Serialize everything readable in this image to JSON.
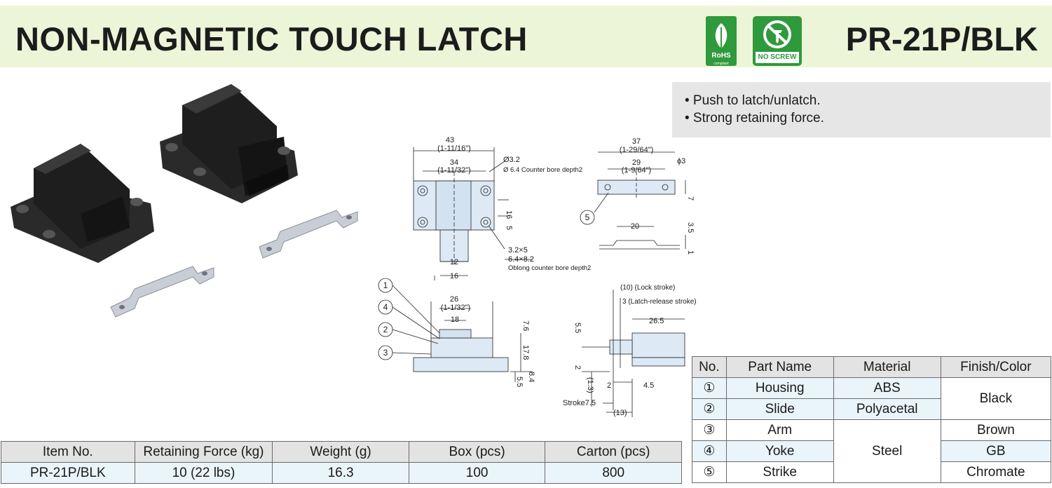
{
  "header": {
    "title": "NON-MAGNETIC TOUCH LATCH",
    "model": "PR-21P/BLK"
  },
  "badges": {
    "rohs": {
      "label": "RoHS",
      "sub": "compliant"
    },
    "no_screw": {
      "label": "NO SCREW"
    }
  },
  "features": [
    "• Push to latch/unlatch.",
    "• Strong retaining force."
  ],
  "drawing": {
    "top_view": {
      "d1": "43",
      "d1_in": "(1-11/16\")",
      "d2": "34",
      "d2_in": "(1-11/32\")",
      "hole": "Ø3.2",
      "counterbore": "Ø 6.4 Counter bore depth2",
      "h16": "16",
      "h5": "5",
      "w12": "12",
      "w16": "16",
      "slot1": "3.2×5",
      "slot2": "6.4×8.2",
      "slot_note": "Oblong counter bore depth2"
    },
    "strike_view": {
      "d1": "37",
      "d1_in": "(1-29/64\")",
      "d2": "29",
      "d2_in": "(1-9/64\")",
      "hole": "ϕ3",
      "h7": "7",
      "w20": "20",
      "h35": "3.5",
      "h1": "1"
    },
    "front_view": {
      "d1": "26",
      "d1_in": "(1-1/32\")",
      "d2": "18",
      "h76": "7.6",
      "h178": "17.8",
      "h55": "5.5",
      "h84": "8.4"
    },
    "side_view": {
      "lock": "(10) (Lock stroke)",
      "release": "3 (Latch-release stroke)",
      "w265": "26.5",
      "h55": "5.5",
      "h2": "2",
      "h13": "(1.3)",
      "w2": "2",
      "w45": "4.5",
      "stroke": "Stroke7.5",
      "w13": "(13)"
    },
    "callouts": [
      "1",
      "4",
      "2",
      "3",
      "5"
    ]
  },
  "spec_table": {
    "headers": [
      "Item No.",
      "Retaining Force (kg)",
      "Weight (g)",
      "Box (pcs)",
      "Carton (pcs)"
    ],
    "row": [
      "PR-21P/BLK",
      "10 (22 lbs)",
      "16.3",
      "100",
      "800"
    ]
  },
  "parts_table": {
    "headers": [
      "No.",
      "Part Name",
      "Material",
      "Finish/Color"
    ],
    "rows": [
      {
        "no": "①",
        "name": "Housing",
        "material": "ABS",
        "finish": "Black"
      },
      {
        "no": "②",
        "name": "Slide",
        "material": "Polyacetal",
        "finish": ""
      },
      {
        "no": "③",
        "name": "Arm",
        "material": "Steel",
        "finish": "Brown"
      },
      {
        "no": "④",
        "name": "Yoke",
        "material": "",
        "finish": "GB"
      },
      {
        "no": "⑤",
        "name": "Strike",
        "material": "",
        "finish": "Chromate"
      }
    ]
  },
  "colors": {
    "header_bg": "#edf5d8",
    "badge_green": "#2f9a3c",
    "feature_bg": "#e6e6e6",
    "table_header": "#e3e3e3",
    "table_row": "#eaf4fb",
    "drawing_fill": "#dde9f5"
  }
}
